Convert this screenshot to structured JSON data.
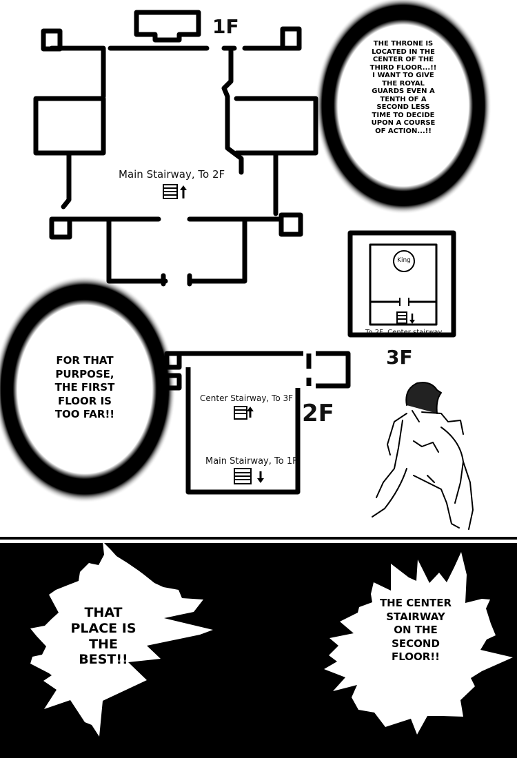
{
  "floors": {
    "first": "1F",
    "second": "2F",
    "third": "3F"
  },
  "labels": {
    "main_stairway_1f": "Main Stairway, To 2F",
    "center_stairway_2f": "Center Stairway, To 3F",
    "main_stairway_2f": "Main Stairway, To 1F",
    "center_stairway_3f": "To 2F, Center stairway",
    "king": "King"
  },
  "balloons": {
    "throne": "THE THRONE IS LOCATED IN THE CENTER OF THE THIRD FLOOR...!! I WANT TO GIVE THE ROYAL GUARDS EVEN A TENTH OF A SECOND LESS TIME TO DECIDE UPON A COURSE OF ACTION...!!",
    "too_far": "FOR THAT PURPOSE, THE FIRST FLOOR IS TOO FAR!!",
    "best_place": "THAT PLACE IS THE BEST!!",
    "center_stairway": "THE CENTER STAIRWAY ON THE SECOND FLOOR!!"
  }
}
